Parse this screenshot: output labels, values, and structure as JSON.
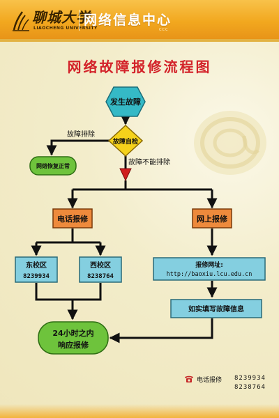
{
  "header": {
    "logo_cn": "聊城大学",
    "logo_en": "LIAOCHENG UNIVERSITY",
    "title": "网络信息中心",
    "subtitle": "CCC"
  },
  "title": "网络故障报修流程图",
  "nodes": {
    "start": "发生故障",
    "check": "故障自检",
    "restored": "网络恢复正常",
    "phone_repair": "电话报修",
    "online_repair": "网上报修",
    "east_campus": {
      "name": "东校区",
      "phone": "8239934"
    },
    "west_campus": {
      "name": "西校区",
      "phone": "8238764"
    },
    "repair_site": {
      "label": "报修网址:",
      "url": "http://baoxiu.lcu.edu.cn"
    },
    "fill_info": "如实填写故障信息",
    "response": {
      "line1": "24小时之内",
      "line2": "响应报修"
    }
  },
  "edge_labels": {
    "resolved": "故障排除",
    "unresolved": "故障不能排除"
  },
  "contact": {
    "label": "电话报修",
    "phones": [
      "8239934",
      "8238764"
    ]
  },
  "colors": {
    "title_red": "#d3232a",
    "hex_teal": "#35b9c6",
    "diamond_yellow": "#f5d21b",
    "green_node": "#6ec33c",
    "orange_node": "#ee8a3c",
    "light_blue": "#84cfe0",
    "triangle_red": "#d01e1e",
    "header_orange": "#f2a81f"
  }
}
